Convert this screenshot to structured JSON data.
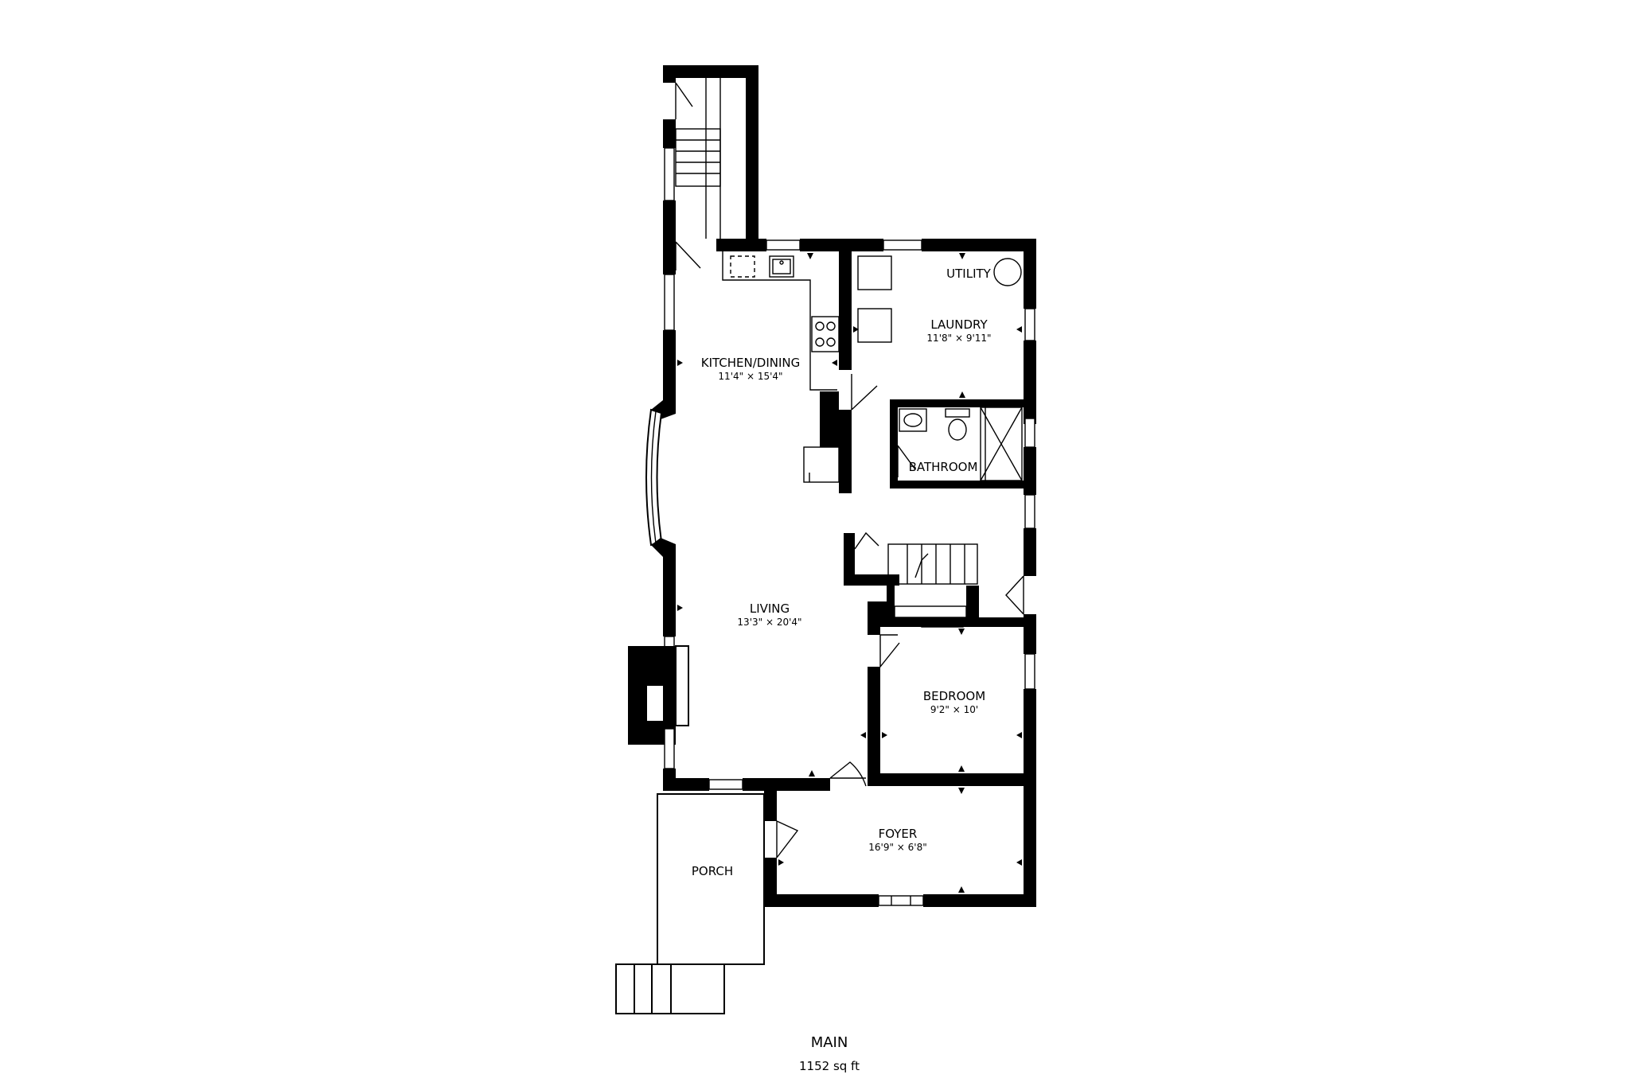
{
  "floor": {
    "name": "MAIN",
    "area": "1152 sq ft"
  },
  "rooms": {
    "kitchen_dining": {
      "name": "KITCHEN/DINING",
      "dims": "11'4\" × 15'4\""
    },
    "laundry": {
      "name": "LAUNDRY",
      "dims": "11'8\" × 9'11\""
    },
    "utility": {
      "name": "UTILITY"
    },
    "bathroom": {
      "name": "BATHROOM"
    },
    "living": {
      "name": "LIVING",
      "dims": "13'3\" × 20'4\""
    },
    "bedroom": {
      "name": "BEDROOM",
      "dims": "9'2\" × 10'"
    },
    "foyer": {
      "name": "FOYER",
      "dims": "16'9\" × 6'8\""
    },
    "porch": {
      "name": "PORCH"
    }
  },
  "colors": {
    "walls": "#000000",
    "background": "#ffffff"
  }
}
